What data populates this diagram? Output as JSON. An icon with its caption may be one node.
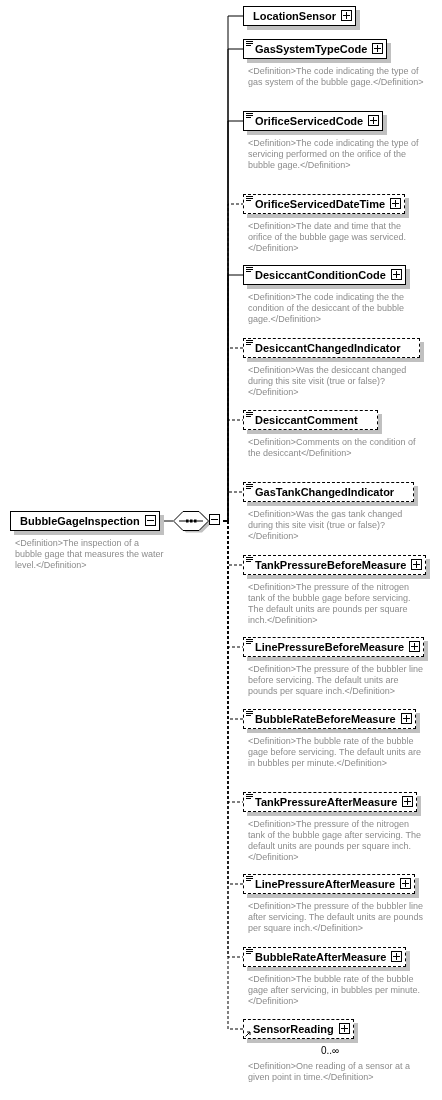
{
  "diagram": {
    "nodes": [
      {
        "text": [
          "BubbleGageInspection"
        ],
        "beside": [
          "<Definition>The inspection of a bubble gage that measures the water level.</Definition>"
        ]
      },
      {
        "text": [],
        "shape": "octagon"
      },
      {
        "text": [
          "LocationSensor"
        ]
      },
      {
        "text": [
          "GasSystemTypeCode"
        ],
        "beside": [
          "<Definition>The code indicating the type of gas system of the bubble gage.</Definition>"
        ]
      },
      {
        "text": [
          "OrificeServicedCode"
        ],
        "beside": [
          "<Definition>The code indicating the type of servicing performed on the orifice of the bubble gage.</Definition>"
        ]
      },
      {
        "text": [
          "OrificeServicedDateTime"
        ],
        "beside": [
          "<Definition>The date and time that the orifice of the bubble gage was serviced.</Definition>"
        ]
      },
      {
        "text": [
          "DesiccantConditionCode"
        ],
        "beside": [
          "<Definition>The code indicating the the condition of the desiccant of the bubble gage.</Definition>"
        ]
      },
      {
        "text": [
          "DesiccantChangedIndicator"
        ],
        "beside": [
          "<Definition>Was the desiccant changed during this site visit (true or false)?</Definition>"
        ]
      },
      {
        "text": [
          "DesiccantComment"
        ],
        "beside": [
          "<Definition>Comments on the condition of the desiccant</Definition>"
        ]
      },
      {
        "text": [
          "GasTankChangedIndicator"
        ],
        "beside": [
          "<Definition>Was the gas tank changed during this site visit (true or false)?</Definition>"
        ]
      },
      {
        "text": [
          "TankPressureBeforeMeasure"
        ],
        "beside": [
          "<Definition>The pressure of the nitrogen tank of the bubble gage before servicing. The default units are pounds per square inch.</Definition>"
        ]
      },
      {
        "text": [
          "LinePressureBeforeMeasure"
        ],
        "beside": [
          "<Definition>The pressure of the bubbler line before servicing. The default units are pounds per square inch.</Definition>"
        ]
      },
      {
        "text": [
          "BubbleRateBeforeMeasure"
        ],
        "beside": [
          "<Definition>The bubble rate of the bubble gage before servicing. The default units are in bubbles per minute.</Definition>"
        ]
      },
      {
        "text": [
          "TankPressureAfterMeasure"
        ],
        "beside": [
          "<Definition>The pressure of the nitrogen tank of the bubble gage after servicing. The default units are pounds per square inch.</Definition>"
        ]
      },
      {
        "text": [
          "LinePressureAfterMeasure"
        ],
        "beside": [
          "<Definition>The pressure of the bubbler line after servicing. The default units are pounds per square inch.</Definition>"
        ]
      },
      {
        "text": [
          "BubbleRateAfterMeasure"
        ],
        "beside": [
          "<Definition>The bubble rate of the bubble gage after servicing, in bubbles per minute.</Definition>"
        ]
      },
      {
        "text": [
          "SensorReading"
        ],
        "beside": [
          "0..∞",
          "<Definition>One reading of a sensor at a given point in time.</Definition>"
        ]
      }
    ],
    "edges": [
      {
        "from": 0,
        "to": 1,
        "arrow": "none"
      },
      {
        "from": 1,
        "to": 2,
        "arrow": "none"
      },
      {
        "from": 1,
        "to": 3,
        "arrow": "none"
      },
      {
        "from": 1,
        "to": 4,
        "arrow": "none"
      },
      {
        "from": 1,
        "to": 5,
        "arrow": "none",
        "style": "dashed"
      },
      {
        "from": 1,
        "to": 6,
        "arrow": "none"
      },
      {
        "from": 1,
        "to": 7,
        "arrow": "none",
        "style": "dashed"
      },
      {
        "from": 1,
        "to": 8,
        "arrow": "none",
        "style": "dashed"
      },
      {
        "from": 1,
        "to": 9,
        "arrow": "none",
        "style": "dashed"
      },
      {
        "from": 1,
        "to": 10,
        "arrow": "none",
        "style": "dashed"
      },
      {
        "from": 1,
        "to": 11,
        "arrow": "none",
        "style": "dashed"
      },
      {
        "from": 1,
        "to": 12,
        "arrow": "none",
        "style": "dashed"
      },
      {
        "from": 1,
        "to": 13,
        "arrow": "none",
        "style": "dashed"
      },
      {
        "from": 1,
        "to": 14,
        "arrow": "none",
        "style": "dashed"
      },
      {
        "from": 1,
        "to": 15,
        "arrow": "none",
        "style": "dashed"
      },
      {
        "from": 1,
        "to": 16,
        "arrow": "none",
        "style": "dashed"
      }
    ]
  }
}
